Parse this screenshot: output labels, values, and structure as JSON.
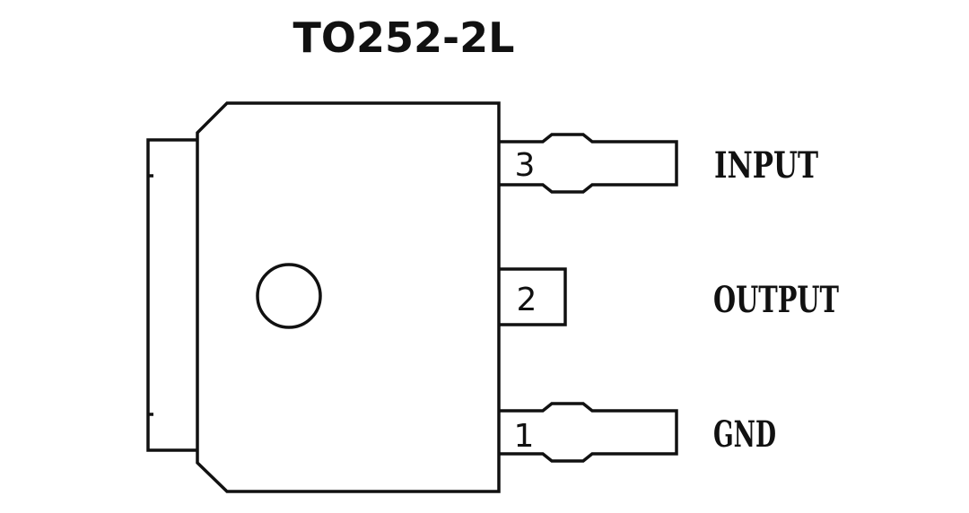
{
  "title": "TO252-2L",
  "pins": [
    {
      "number": "3",
      "label": "INPUT"
    },
    {
      "number": "2",
      "label": "OUTPUT"
    },
    {
      "number": "1",
      "label": "GND"
    }
  ],
  "colors": {
    "line": "#111111",
    "background": "#ffffff"
  }
}
